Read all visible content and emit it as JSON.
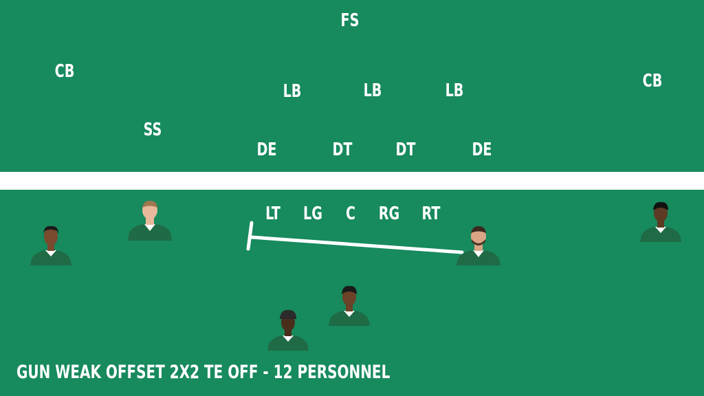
{
  "colors": {
    "field": "#178a5e",
    "line": "#ffffff",
    "jersey": "#1f6b46",
    "text": "#ffffff"
  },
  "title": "GUN WEAK OFFSET 2X2 TE OFF - 12 PERSONNEL",
  "defense": {
    "fs": "FS",
    "cb_left": "CB",
    "cb_right": "CB",
    "ss": "SS",
    "lb_1": "LB",
    "lb_2": "LB",
    "lb_3": "LB",
    "de_left": "DE",
    "dt_left": "DT",
    "dt_right": "DT",
    "de_right": "DE"
  },
  "offense_line": {
    "lt": "LT",
    "lg": "LG",
    "c": "C",
    "rg": "RG",
    "rt": "RT"
  },
  "players": [
    {
      "role": "wide-receiver-left",
      "icon": "player-headshot-icon"
    },
    {
      "role": "tight-end-left",
      "icon": "player-headshot-icon"
    },
    {
      "role": "tight-end-right",
      "icon": "player-headshot-icon"
    },
    {
      "role": "wide-receiver-right",
      "icon": "player-headshot-icon"
    },
    {
      "role": "quarterback",
      "icon": "player-headshot-icon"
    },
    {
      "role": "running-back",
      "icon": "player-headshot-icon"
    }
  ]
}
